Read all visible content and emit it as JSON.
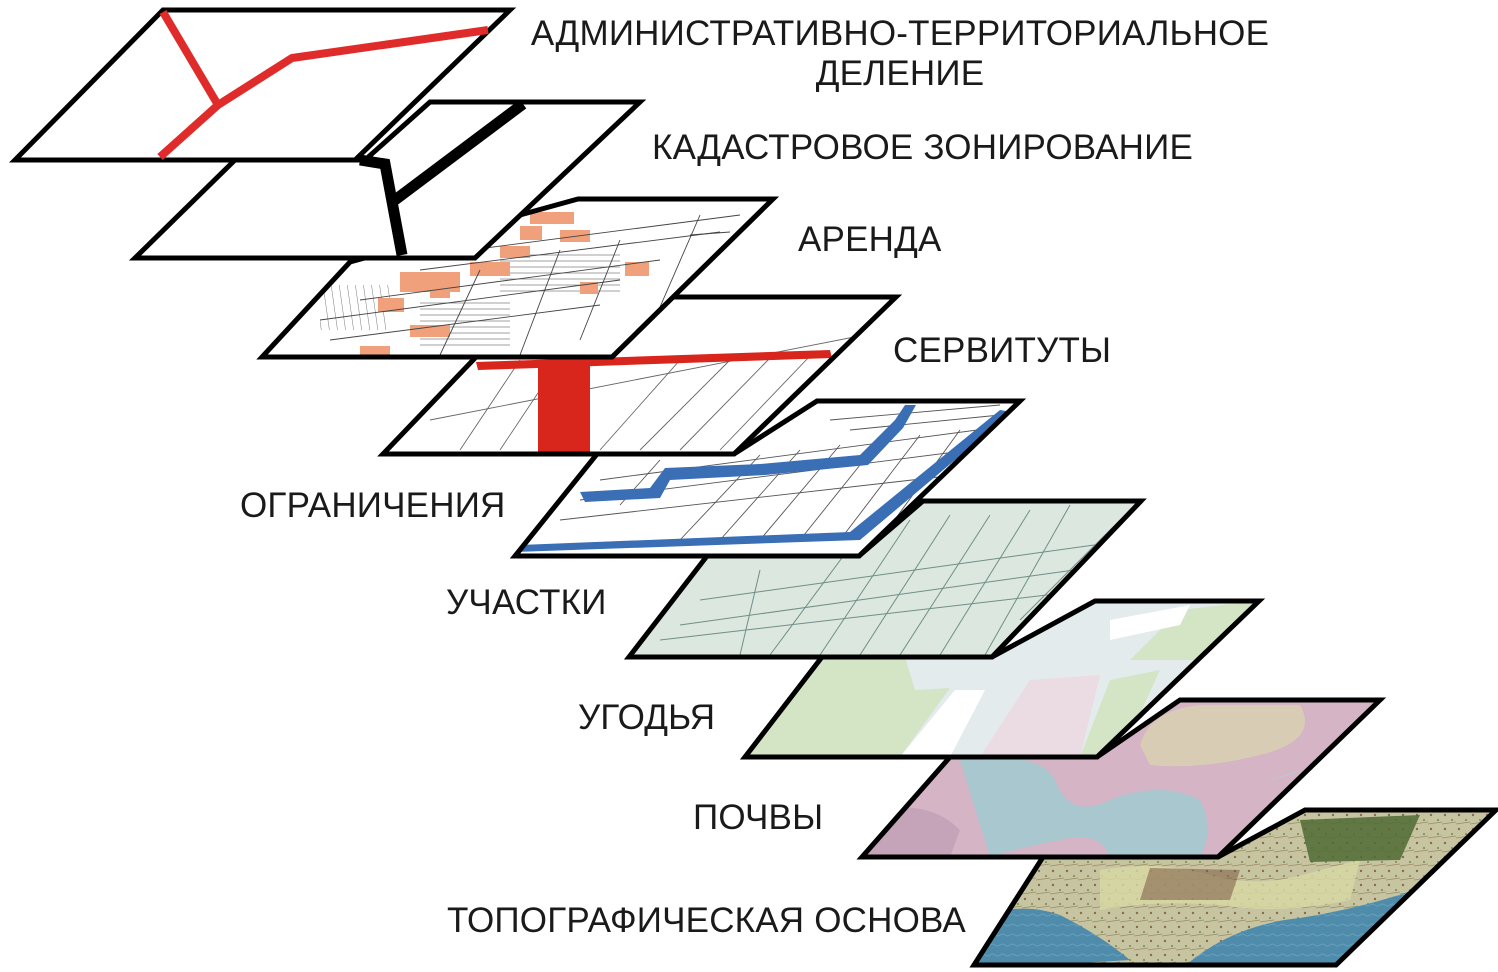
{
  "layers": [
    {
      "id": "admin",
      "label": "АДМИНИСТРАТИВНО-ТЕРРИТОРИАЛЬНОЕ",
      "label2": "ДЕЛЕНИЕ"
    },
    {
      "id": "cadastral",
      "label": "КАДАСТРОВОЕ ЗОНИРОВАНИЕ"
    },
    {
      "id": "lease",
      "label": "АРЕНДА"
    },
    {
      "id": "easements",
      "label": "СЕРВИТУТЫ"
    },
    {
      "id": "restrictions",
      "label": "ОГРАНИЧЕНИЯ"
    },
    {
      "id": "plots",
      "label": "УЧАСТКИ"
    },
    {
      "id": "lands",
      "label": "УГОДЬЯ"
    },
    {
      "id": "soils",
      "label": "ПОЧВЫ"
    },
    {
      "id": "topo",
      "label": "ТОПОГРАФИЧЕСКАЯ ОСНОВА"
    }
  ],
  "colors": {
    "frame": "#000000",
    "admin_boundary": "#e02b2b",
    "cadastral_boundary": "#000000",
    "lease_fill": "#f0a07a",
    "easement_fill": "#d9261c",
    "restriction_fill": "#3a70b8",
    "plots_fill": "#dde8e2",
    "lands_green": "#d5e6c6",
    "lands_pink": "#ecdce3",
    "lands_grey": "#e4eced",
    "soils_purple": "#d6b7c8",
    "soils_blue": "#a7c8cf",
    "soils_tan": "#d9cfb8",
    "topo_water": "#4d8aa8",
    "topo_land": "#c9c9a8"
  }
}
